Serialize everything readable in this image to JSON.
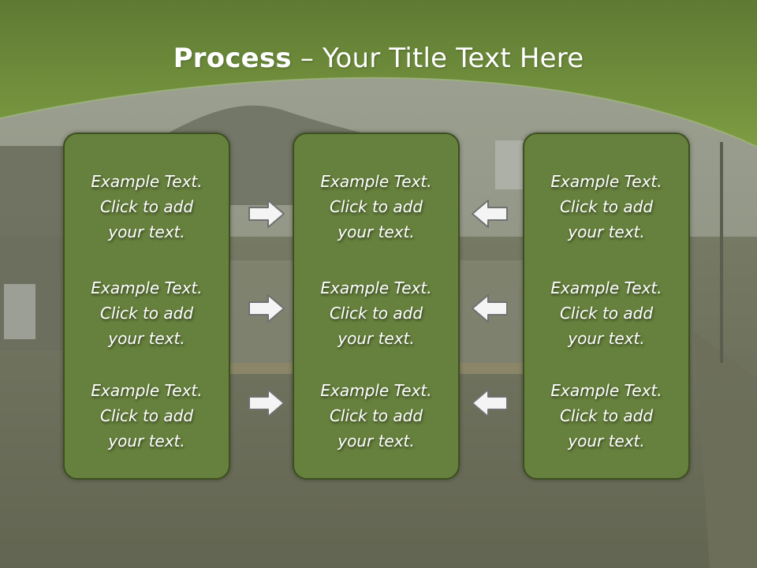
{
  "title": {
    "bold": "Process",
    "rest": " – Your Title Text Here"
  },
  "colors": {
    "header_green": "#7a9a3e",
    "header_dark": "#5e7a33",
    "panel_fill": "#66803d",
    "panel_border": "#3e4f21",
    "text": "#ffffff",
    "arrow_fill": "#f4f4f4",
    "arrow_stroke": "#707070"
  },
  "panels": [
    {
      "items": [
        {
          "line1": "Example Text.",
          "line2": "Click  to add",
          "line3": "your text."
        },
        {
          "line1": "Example Text.",
          "line2": "Click  to add",
          "line3": "your text."
        },
        {
          "line1": "Example Text.",
          "line2": "Click  to add",
          "line3": "your text."
        }
      ]
    },
    {
      "items": [
        {
          "line1": "Example Text.",
          "line2": "Click  to add",
          "line3": "your text."
        },
        {
          "line1": "Example Text.",
          "line2": "Click  to add",
          "line3": "your text."
        },
        {
          "line1": "Example Text.",
          "line2": "Click  to add",
          "line3": "your text."
        }
      ]
    },
    {
      "items": [
        {
          "line1": "Example Text.",
          "line2": "Click  to add",
          "line3": "your text."
        },
        {
          "line1": "Example Text.",
          "line2": "Click  to add",
          "line3": "your text."
        },
        {
          "line1": "Example Text.",
          "line2": "Click  to add",
          "line3": "your text."
        }
      ]
    }
  ],
  "arrows": {
    "left_group": "right-arrow-icon",
    "right_group": "left-arrow-icon"
  }
}
